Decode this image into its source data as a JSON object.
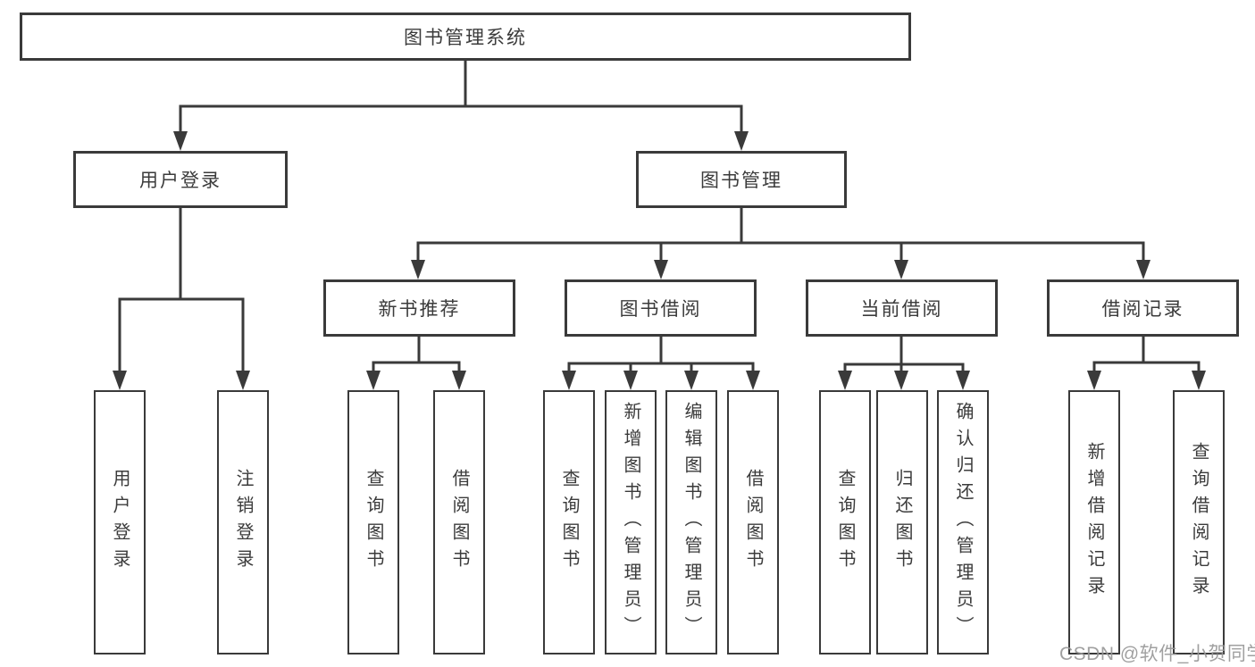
{
  "tree": {
    "label": "图书管理系统",
    "children": [
      {
        "label": "用户登录",
        "children": [
          {
            "label": "用户登录"
          },
          {
            "label": "注销登录"
          }
        ]
      },
      {
        "label": "图书管理",
        "children": [
          {
            "label": "新书推荐",
            "children": [
              {
                "label": "查询图书"
              },
              {
                "label": "借阅图书"
              }
            ]
          },
          {
            "label": "图书借阅",
            "children": [
              {
                "label": "查询图书"
              },
              {
                "label": "新增图书（管理员）"
              },
              {
                "label": "编辑图书（管理员）"
              },
              {
                "label": "借阅图书"
              }
            ]
          },
          {
            "label": "当前借阅",
            "children": [
              {
                "label": "查询图书"
              },
              {
                "label": "归还图书"
              },
              {
                "label": "确认归还（管理员）"
              }
            ]
          },
          {
            "label": "借阅记录",
            "children": [
              {
                "label": "新增借阅记录"
              },
              {
                "label": "查询借阅记录"
              }
            ]
          }
        ]
      }
    ]
  },
  "watermark": {
    "text": "CSDN @软件_小贺同学"
  },
  "colors": {
    "line": "#3a3a3a",
    "box_border": "#3a3a3a",
    "text": "#3b3b3b",
    "watermark": "#989898",
    "background": "#ffffff"
  }
}
